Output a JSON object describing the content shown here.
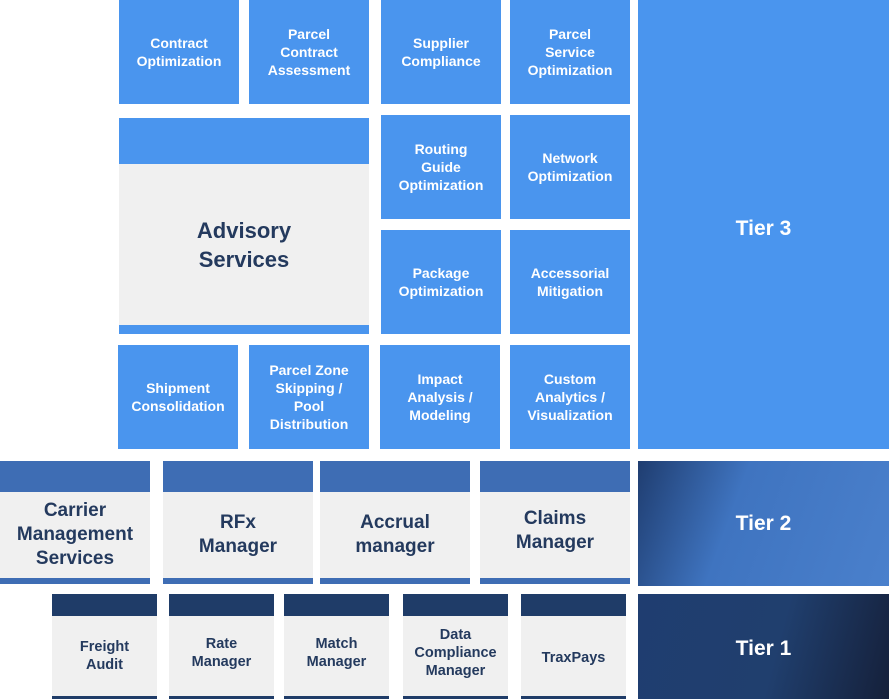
{
  "tier3": {
    "label": "Tier 3",
    "advisory_label": "Advisory\nServices",
    "tiles": [
      "Contract\nOptimization",
      "Parcel\nContract\nAssessment",
      "Supplier\nCompliance",
      "Parcel\nService\nOptimization",
      "Routing\nGuide\nOptimization",
      "Network\nOptimization",
      "Package\nOptimization",
      "Accessorial\nMitigation",
      "Shipment\nConsolidation",
      "Parcel Zone\nSkipping /\nPool\nDistribution",
      "Impact\nAnalysis /\nModeling",
      "Custom\nAnalytics /\nVisualization"
    ]
  },
  "tier2": {
    "label": "Tier 2",
    "items": [
      "Carrier\nManagement\nServices",
      "RFx\nManager",
      "Accrual\nmanager",
      "Claims\nManager"
    ]
  },
  "tier1": {
    "label": "Tier 1",
    "items": [
      "Freight\nAudit",
      "Rate\nManager",
      "Match\nManager",
      "Data\nCompliance\nManager",
      "TraxPays"
    ]
  }
}
